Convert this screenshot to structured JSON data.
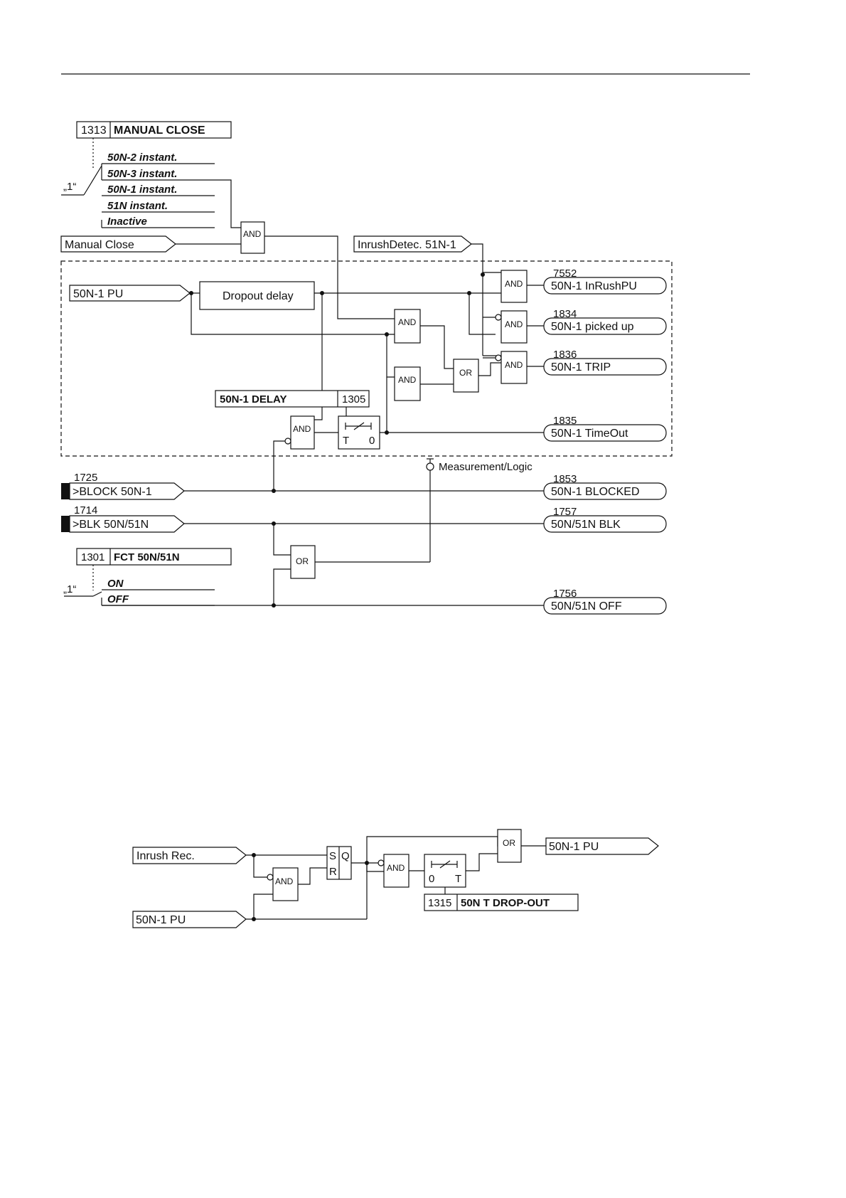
{
  "diagram1": {
    "manual_close_param": {
      "number": "1313",
      "name": "MANUAL CLOSE"
    },
    "manual_close_options": [
      "50N-2 instant.",
      "50N-3 instant.",
      "50N-1 instant.",
      "51N instant.",
      "Inactive"
    ],
    "selector_label": "„1“",
    "inputs": {
      "manual_close": "Manual Close",
      "inrush_detect": "InrushDetec. 51N-1",
      "pickup": "50N-1 PU",
      "block": {
        "number": "1725",
        "label": ">BLOCK 50N-1"
      },
      "blk": {
        "number": "1714",
        "label": ">BLK 50N/51N"
      }
    },
    "dropout_delay": "Dropout delay",
    "delay_param": {
      "name": "50N-1 DELAY",
      "number": "1305"
    },
    "timer_labels": {
      "t": "T",
      "zero": "0"
    },
    "gates": {
      "and": "AND",
      "or": "OR"
    },
    "measurement": "Measurement/Logic",
    "fct_param": {
      "number": "1301",
      "name": "FCT 50N/51N"
    },
    "fct_options": [
      "ON",
      "OFF"
    ],
    "outputs": [
      {
        "number": "7552",
        "label": "50N-1 InRushPU"
      },
      {
        "number": "1834",
        "label": "50N-1 picked up"
      },
      {
        "number": "1836",
        "label": "50N-1 TRIP"
      },
      {
        "number": "1835",
        "label": "50N-1 TimeOut"
      },
      {
        "number": "1853",
        "label": "50N-1 BLOCKED"
      },
      {
        "number": "1757",
        "label": "50N/51N BLK"
      },
      {
        "number": "1756",
        "label": "50N/51N OFF"
      }
    ]
  },
  "diagram2": {
    "inputs": {
      "inrush": "Inrush Rec.",
      "pickup": "50N-1 PU"
    },
    "flipflop": {
      "s": "S",
      "r": "R",
      "q": "Q"
    },
    "gates": {
      "and": "AND",
      "or": "OR"
    },
    "timer_labels": {
      "zero": "0",
      "t": "T"
    },
    "output": "50N-1 PU",
    "dropout_param": {
      "number": "1315",
      "name": "50N T DROP-OUT"
    }
  }
}
